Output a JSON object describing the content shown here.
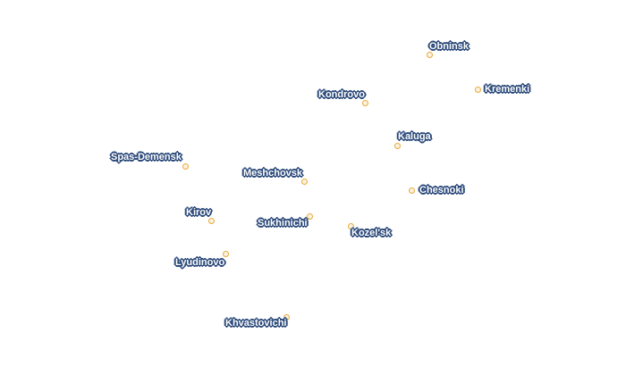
{
  "map": {
    "colors": {
      "label_fill": "#ffffff",
      "label_outline": "#2c4a7a",
      "marker_stroke": "#e9a93a",
      "marker_fill": "#fbf3e2"
    },
    "cities": [
      {
        "id": "obninsk",
        "name": "Obninsk"
      },
      {
        "id": "kremenki",
        "name": "Kremenki"
      },
      {
        "id": "kondrovo",
        "name": "Kondrovo"
      },
      {
        "id": "kaluga",
        "name": "Kaluga"
      },
      {
        "id": "spas-demensk",
        "name": "Spas-Demensk"
      },
      {
        "id": "meshchovsk",
        "name": "Meshchovsk"
      },
      {
        "id": "chesnoki",
        "name": "Chesnoki"
      },
      {
        "id": "kirov",
        "name": "Kirov"
      },
      {
        "id": "sukhinichi",
        "name": "Sukhinichi"
      },
      {
        "id": "kozelsk",
        "name": "Kozel'sk"
      },
      {
        "id": "lyudinovo",
        "name": "Lyudinovo"
      },
      {
        "id": "khvastovichi",
        "name": "Khvastovichi"
      }
    ]
  }
}
